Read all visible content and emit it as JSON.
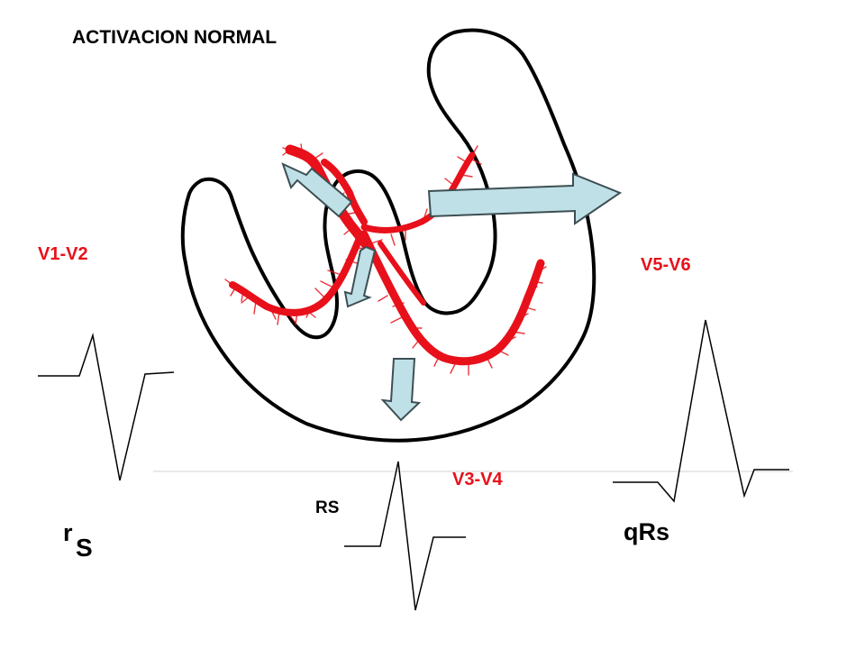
{
  "title": "ACTIVACION NORMAL",
  "leads": {
    "v1_v2": "V1-V2",
    "v5_v6": "V5-V6",
    "v3_v4": "V3-V4"
  },
  "complexes": {
    "rS_small": "r",
    "rS_big": "S",
    "RS": "RS",
    "qRs": "qRs"
  },
  "colors": {
    "lead_label": "#e8101a",
    "conduction_system": "#e8101a",
    "outline": "#000000",
    "arrow_fill": "#bfe0e6",
    "arrow_stroke": "#3d4f54"
  },
  "icons": {
    "vector_arrow": "arrow-icon"
  }
}
